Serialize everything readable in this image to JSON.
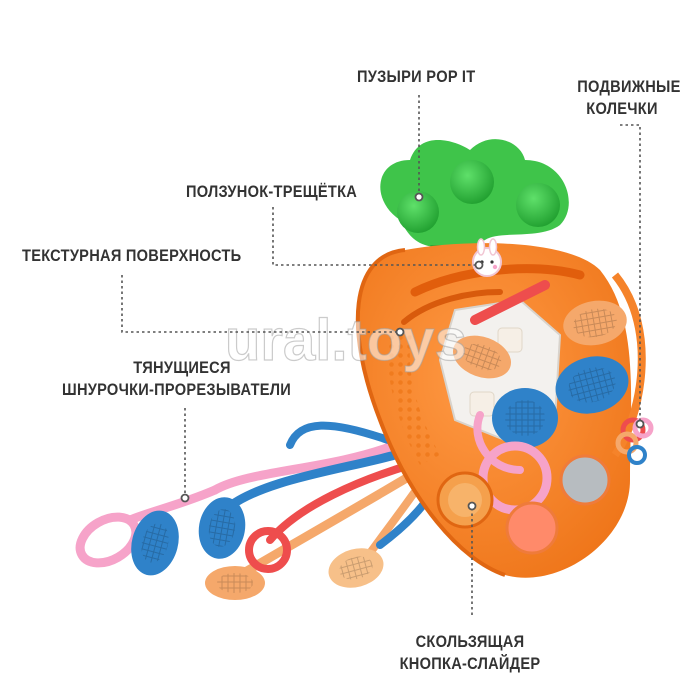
{
  "callouts": [
    {
      "id": "pop-it",
      "text": "ПУЗЫРИ POP IT"
    },
    {
      "id": "rings-1",
      "text": "ПОДВИЖНЫЕ"
    },
    {
      "id": "rings-2",
      "text": "КОЛЕЧКИ"
    },
    {
      "id": "slider",
      "text": "ПОЛЗУНОК-ТРЕЩЁТКА"
    },
    {
      "id": "texture",
      "text": "ТЕКСТУРНАЯ ПОВЕРХНОСТЬ"
    },
    {
      "id": "strings-1",
      "text": "ТЯНУЩИЕСЯ"
    },
    {
      "id": "strings-2",
      "text": "ШНУРОЧКИ-ПРОРЕЗЫВАТЕЛИ"
    },
    {
      "id": "button-1",
      "text": "СКОЛЬЗЯЩАЯ"
    },
    {
      "id": "button-2",
      "text": "КНОПКА-СЛАЙДЕР"
    }
  ],
  "watermark": "ural.toys",
  "colors": {
    "carrot": "#f5832a",
    "carrot_dark": "#e26a14",
    "leaves": "#3fc44a",
    "leaves_dark": "#22a632",
    "blue": "#2f82c9",
    "pink": "#f6a3c9",
    "peach": "#f5a86b",
    "red": "#ee4d4d",
    "cream": "#f6efe6",
    "text": "#333333"
  }
}
